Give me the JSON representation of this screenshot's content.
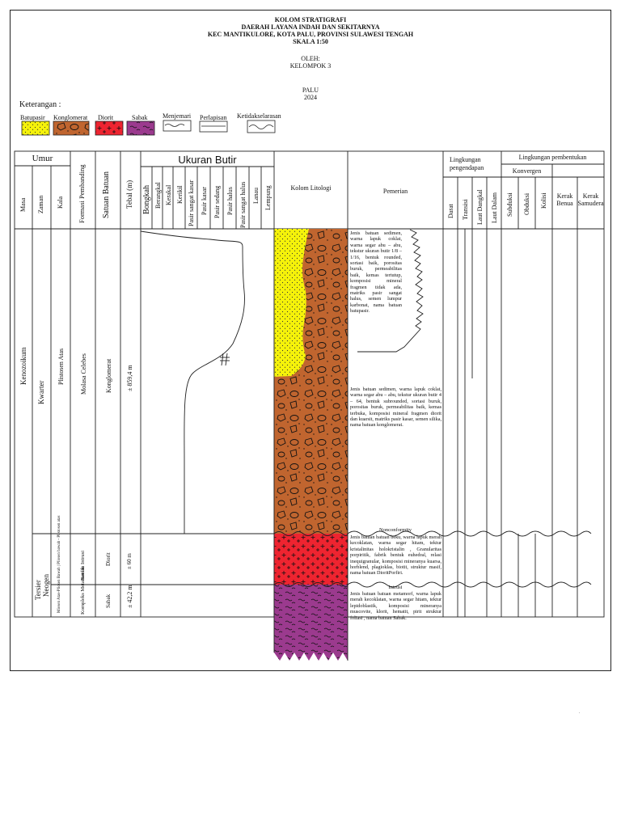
{
  "title": {
    "line1": "KOLOM STRATIGRAFI",
    "line2": "DAERAH LAYANA INDAH DAN SEKITARNYA",
    "line3": "KEC MANTIKULORE, KOTA PALU, PROVINSI SULAWESI TENGAH",
    "line4": "SKALA 1:50",
    "by_label": "OLEH:",
    "group": "KELOMPOK 3",
    "city": "PALU",
    "year": "2024"
  },
  "legend": {
    "title": "Keterangan :",
    "items": [
      "Batupasir",
      "Konglomerat",
      "Diorit",
      "Sabak",
      "Menjemari",
      "Perlapisan",
      "Ketidakselarasan"
    ]
  },
  "header": {
    "umur": "Umur",
    "masa": "Masa",
    "zaman": "Zaman",
    "kala": "Kala",
    "formasi": "Formasi Pembanding",
    "satuan": "Satuan Batuan",
    "tebal": "Tebal (m)",
    "ukuran_butir": "Ukuran Butir",
    "grain_sizes": [
      "Bongkah",
      "Berangkal",
      "Kerakal",
      "Kerikil",
      "Pasir sangat kasar",
      "Pasir kasar",
      "Pasir sedang",
      "Pasir halus",
      "Pasir sangat halus",
      "Lanau",
      "Lempung"
    ],
    "kolom": "Kolom Litologi",
    "pemerian": "Pemerian",
    "pengendapan": "Lingkungan pengendapan",
    "pengendapan_items": [
      "Darat",
      "Transisi",
      "Laut Dangkal",
      "Laut Dalam"
    ],
    "pembentukan": "Lingkungan pembentukan",
    "konvergen": "Konvergen",
    "konvergen_items": [
      "Subduksi",
      "Obduksi",
      "Kolisi"
    ],
    "kerak_benua": "Kerak Benua",
    "kerak_samudera": "Kerak Samudera"
  },
  "rows": {
    "masa_kenozoikum": "Kenozoikum",
    "zaman_kwarter": "Kwarter",
    "zaman_tersier": "Tersier",
    "zaman_neogen": "Neogen",
    "kala_upper": "Plistosen Atas",
    "kala_lower": "Miosen Atas-Pliosen Bawah | Pliosen bawah - Plistosen atas",
    "formasi_upper": "Molasa Celebes",
    "formasi_mid": "Batuan Intrusi",
    "formasi_low": "Kompleks Metamorfik",
    "satuan_upper": "Konglomerat",
    "satuan_mid": "Diorit",
    "satuan_low": "Sabak",
    "tebal_upper": "± 859,4 m",
    "tebal_mid": "± 60 m",
    "tebal_low": "± 42,2 m"
  },
  "descriptions": {
    "batupasir": "Jenis batuan sedimen, warna lapuk coklat, warna segar abu – abu, tekstur ukuran butir 1/8 – 1/16, bentuk rounded, sortasi baik, porositas buruk, permeabilitas baik, kemas tertutup, komposisi mineral fragmen tidak ada, matriks pasir sangat halus, semen lumpur karbonat, nama batuan batupasir.",
    "konglomerat": "Jenis batuan sedimen, warna lapuk coklat, warna segar abu – abu, tekstur ukuran butir 4 – 64, bentuk subrounded, sortasi buruk, porositas buruk, permeabilitas baik, kemas terbuka, komposisi mineral fragmen diorit dan kuarsit, matriks pasir kasar, semen silika, nama batuan konglomerat.",
    "nonconformity": "Nonconformity",
    "diorit": "Jenis batuan batuan beku, warna lapuk merah kecoklatan, warna segar hitam, tektur kristalinitas holokristalin , Granularitas porpiritik, fabrik bentuk euhedral, relasi inequigranular, komposisi mineranya kuarsa, horblend, plagioklas, biotit, struktur masif, nama batuan DioritPorfiri.",
    "intrusi": "Intrusi",
    "sabak": "Jenis batuan batuan metamorf, warna lapuk merah kecoklatan, warna segar hitam, tektur lepidoblastik, komposisi mineranya muscovite, klorit, hematit, pirit struktur foliasi , nama batuan Sabak."
  },
  "colors": {
    "batupasir": "#f5f20a",
    "konglomerat": "#c0652f",
    "diorit": "#ee2430",
    "sabak": "#9b3a8e",
    "line": "#222222"
  },
  "footer_mark": "."
}
